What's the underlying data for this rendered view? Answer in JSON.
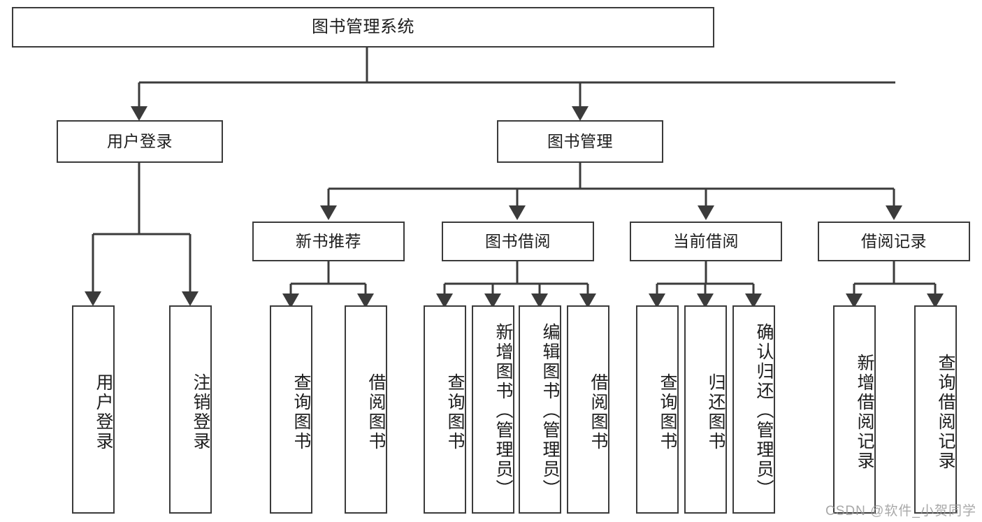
{
  "diagram": {
    "title_text": "图书管理系统",
    "type": "hierarchy-tree",
    "stroke_color": "#3b3b3b",
    "fill_color": "#ffffff",
    "text_color": "#1d1d1d",
    "watermark": "CSDN @软件_小贺同学"
  },
  "root": {
    "label": "图书管理系统"
  },
  "level2": [
    {
      "label": "用户登录"
    },
    {
      "label": "图书管理"
    }
  ],
  "level3": [
    {
      "label": "新书推荐"
    },
    {
      "label": "图书借阅"
    },
    {
      "label": "当前借阅"
    },
    {
      "label": "借阅记录"
    }
  ],
  "leaves": {
    "user_login": [
      {
        "label": "用户登录"
      },
      {
        "label": "注销登录"
      }
    ],
    "new_book_recommend": [
      {
        "label": "查询图书"
      },
      {
        "label": "借阅图书"
      }
    ],
    "book_borrow": [
      {
        "label": "查询图书"
      },
      {
        "label": "新增图书（管理员）"
      },
      {
        "label": "编辑图书（管理员）"
      },
      {
        "label": "借阅图书"
      }
    ],
    "current_borrow": [
      {
        "label": "查询图书"
      },
      {
        "label": "归还图书"
      },
      {
        "label": "确认归还（管理员）"
      }
    ],
    "borrow_record": [
      {
        "label": "新增借阅记录"
      },
      {
        "label": "查询借阅记录"
      }
    ]
  }
}
